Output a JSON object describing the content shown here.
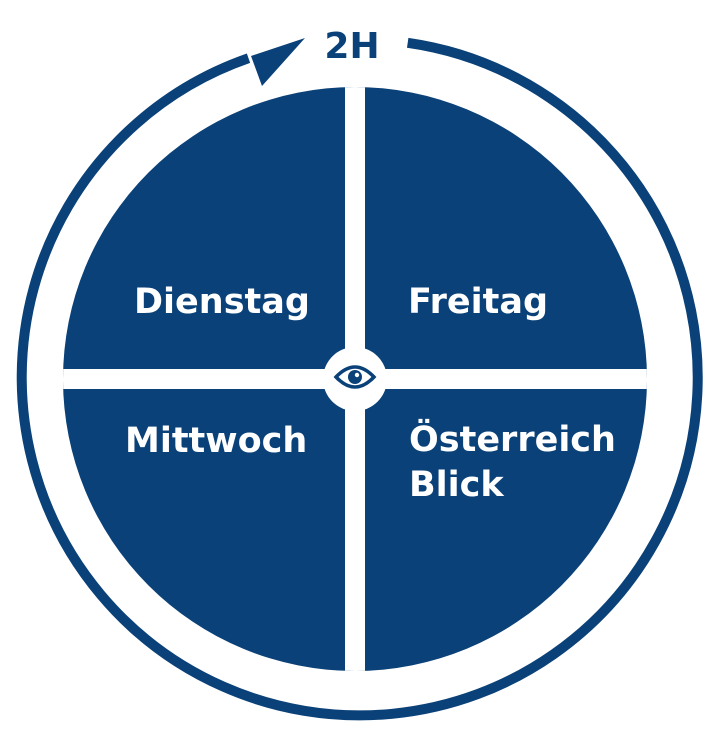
{
  "diagram": {
    "cycle_label": "2H",
    "quadrants": [
      {
        "label": "Dienstag"
      },
      {
        "label": "Freitag"
      },
      {
        "label": "Mittwoch"
      },
      {
        "label_line1": "Österreich",
        "label_line2": "Blick"
      }
    ],
    "center_icon": "eye-icon",
    "colors": {
      "primary": "#0a4178",
      "background": "#ffffff"
    }
  }
}
